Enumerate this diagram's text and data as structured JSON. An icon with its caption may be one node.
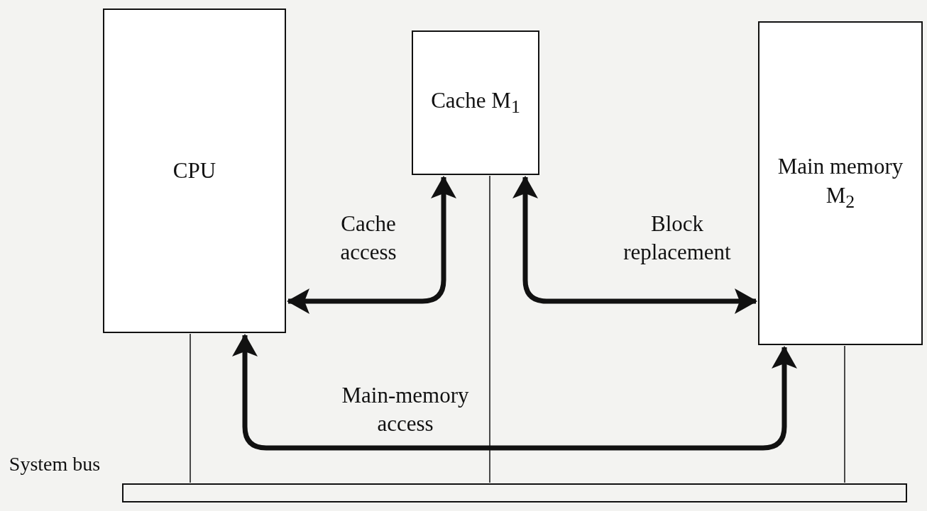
{
  "diagram": {
    "nodes": [
      {
        "text": [
          "CPU"
        ]
      },
      {
        "text": [
          "Cache M$_{1}$"
        ]
      },
      {
        "text": [
          "Main memory M$_{2}$"
        ]
      },
      {
        "text": [],
        "shape": "bar",
        "beside": [
          "System bus"
        ]
      }
    ],
    "edges": [
      {
        "from": 0,
        "to": 1,
        "arrow": "both",
        "label": "Cache access",
        "style": "thick"
      },
      {
        "from": 1,
        "to": 2,
        "arrow": "both",
        "label": "Block replacement",
        "style": "thick"
      },
      {
        "from": 0,
        "to": 2,
        "arrow": "both",
        "label": "Main-memory access",
        "style": "thick"
      },
      {
        "from": 0,
        "to": 3,
        "arrow": "none"
      },
      {
        "from": 1,
        "to": 3,
        "arrow": "none"
      },
      {
        "from": 2,
        "to": 3,
        "arrow": "none"
      }
    ]
  }
}
